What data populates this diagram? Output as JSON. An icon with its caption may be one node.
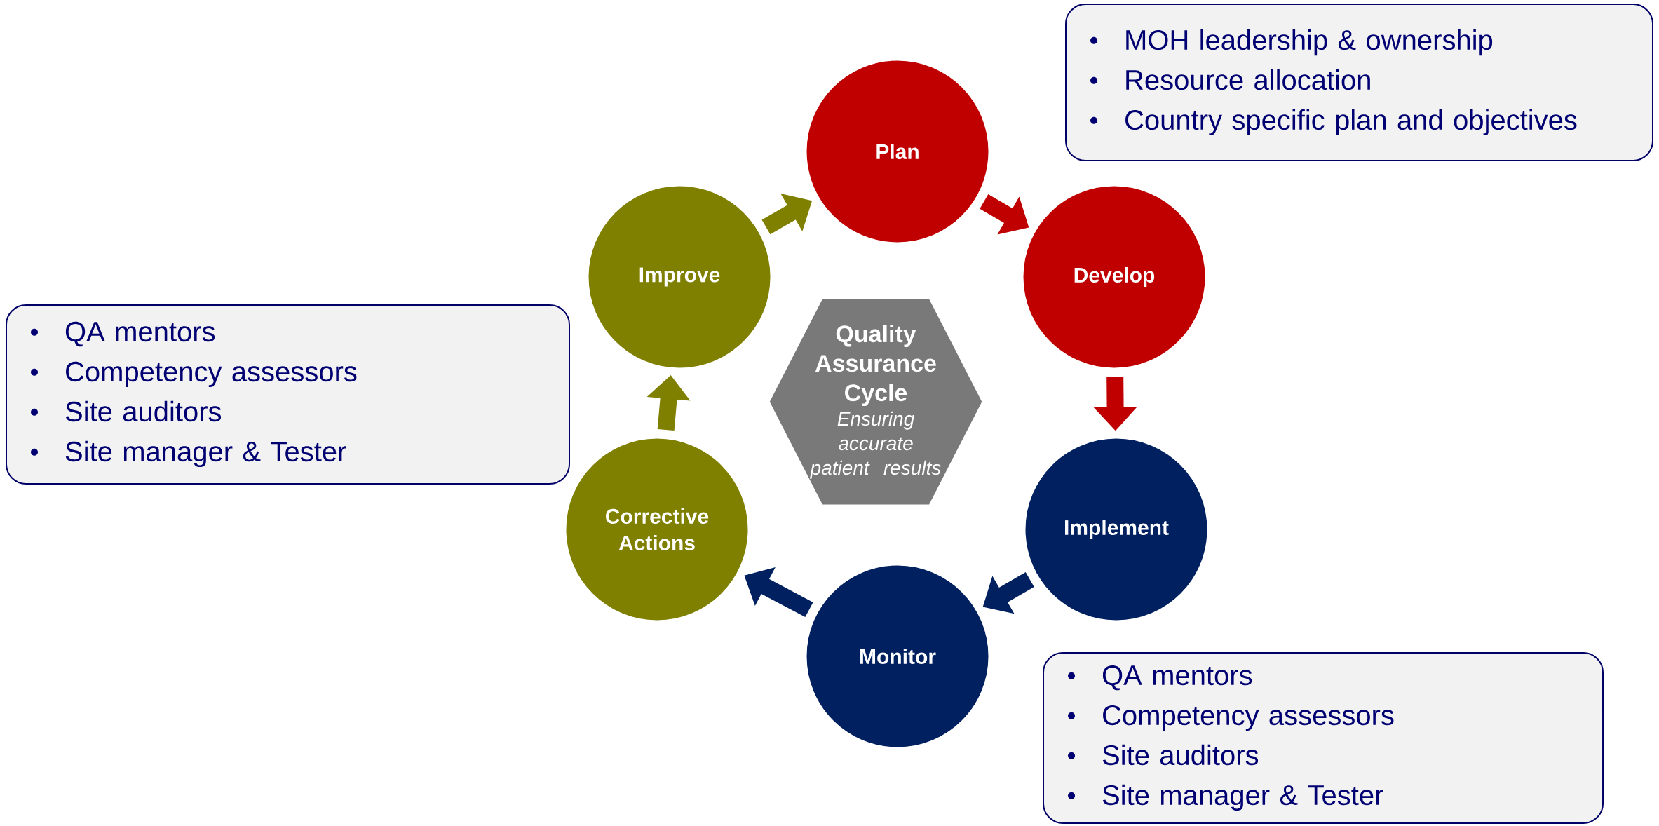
{
  "diagram": {
    "nodes": [
      {
        "text": [
          "Plan"
        ]
      },
      {
        "text": [
          "Develop"
        ]
      },
      {
        "text": [
          "Implement"
        ]
      },
      {
        "text": [
          "Monitor"
        ]
      },
      {
        "text": [
          "Corrective Actions"
        ]
      },
      {
        "text": [
          "Improve"
        ]
      },
      {
        "text": [
          "Quality Assurance Cycle",
          "Ensuring accurate patient results"
        ]
      },
      {
        "text": [
          "MOH leadership & ownership",
          "Resource allocation",
          "Country specific plan and objectives"
        ]
      },
      {
        "text": [
          "QA mentors",
          "Competency assessors",
          "Site auditors",
          "Site manager & Tester"
        ]
      },
      {
        "text": [
          "QA mentors",
          "Competency assessors",
          "Site auditors",
          "Site manager & Tester"
        ]
      }
    ],
    "edges": [
      {
        "from": 0,
        "to": 1,
        "arrow": "to",
        "color": "#c00000"
      },
      {
        "from": 1,
        "to": 2,
        "arrow": "to",
        "color": "#c00000"
      },
      {
        "from": 2,
        "to": 3,
        "arrow": "to",
        "color": "#002060"
      },
      {
        "from": 3,
        "to": 4,
        "arrow": "to",
        "color": "#002060"
      },
      {
        "from": 4,
        "to": 5,
        "arrow": "to",
        "color": "#7f7f00"
      },
      {
        "from": 5,
        "to": 0,
        "arrow": "to",
        "color": "#7f7f00"
      }
    ]
  }
}
